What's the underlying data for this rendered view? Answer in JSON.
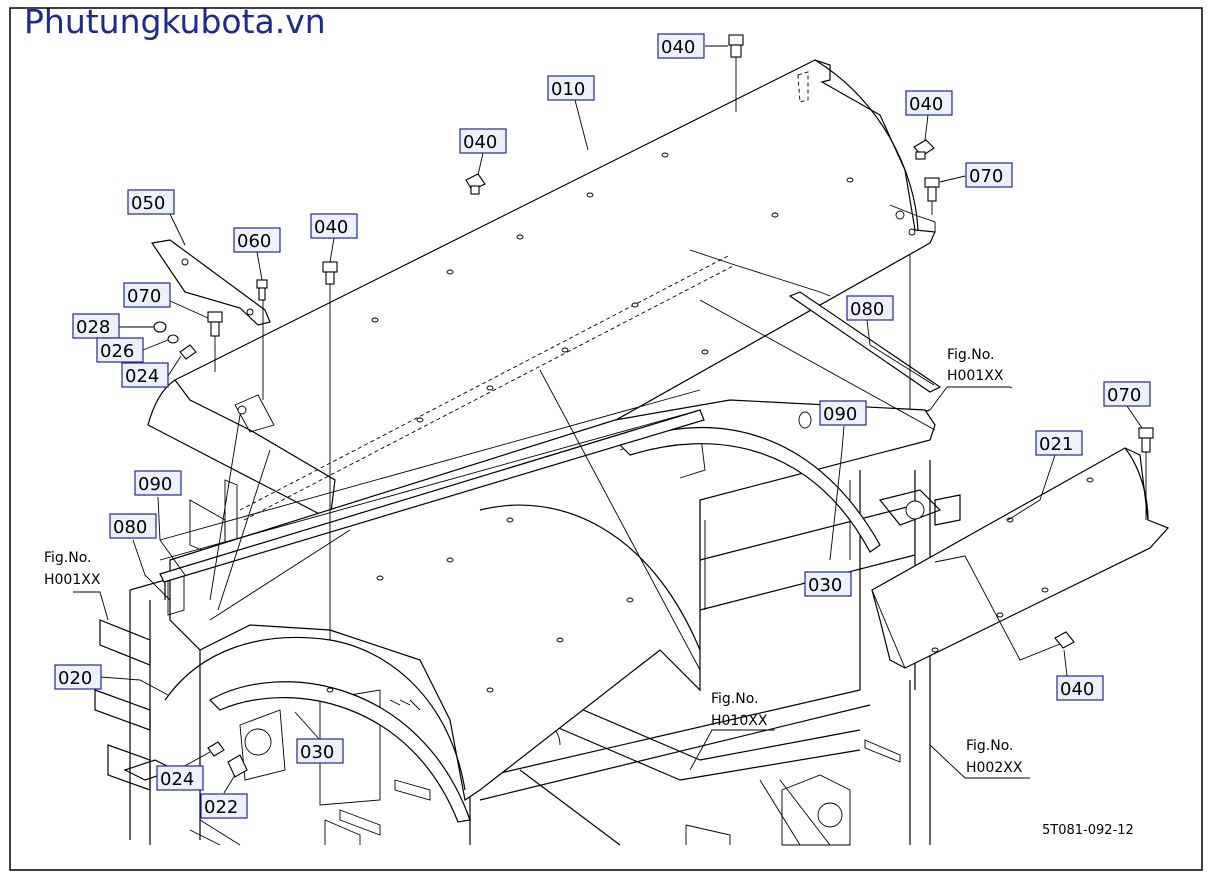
{
  "watermark": "Phutungkubota.vn",
  "drawing_code": "5T081-092-12",
  "part_labels": [
    {
      "id": "040"
    },
    {
      "id": "010"
    },
    {
      "id": "040"
    },
    {
      "id": "070"
    },
    {
      "id": "040"
    },
    {
      "id": "050"
    },
    {
      "id": "060"
    },
    {
      "id": "040"
    },
    {
      "id": "070"
    },
    {
      "id": "028"
    },
    {
      "id": "026"
    },
    {
      "id": "024"
    },
    {
      "id": "080"
    },
    {
      "id": "090"
    },
    {
      "id": "080"
    },
    {
      "id": "090"
    },
    {
      "id": "030"
    },
    {
      "id": "070"
    },
    {
      "id": "021"
    },
    {
      "id": "040"
    },
    {
      "id": "020"
    },
    {
      "id": "024"
    },
    {
      "id": "022"
    },
    {
      "id": "030"
    }
  ],
  "figure_refs": [
    {
      "prefix": "Fig.No.",
      "code": "H001XX"
    },
    {
      "prefix": "Fig.No.",
      "code": "H001XX"
    },
    {
      "prefix": "Fig.No.",
      "code": "H010XX"
    },
    {
      "prefix": "Fig.No.",
      "code": "H002XX"
    }
  ]
}
